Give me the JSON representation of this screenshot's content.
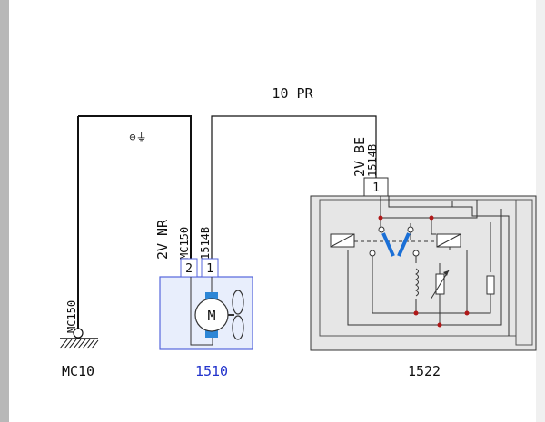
{
  "wire_top": {
    "label": "10 PR"
  },
  "wire_right": {
    "voltage": "2V",
    "color": "BE",
    "code": "1514B"
  },
  "wire_left": {
    "voltage": "2V",
    "color": "NR",
    "code1": "MC150",
    "code2": "1514B"
  },
  "ground_wire": {
    "code": "MC150"
  },
  "symbols": {
    "ground_symbol": "⊖⏚"
  },
  "components": {
    "ground": {
      "id": "MC10"
    },
    "motor": {
      "id": "1510",
      "label": "M",
      "pins": [
        "2",
        "1"
      ]
    },
    "relay": {
      "id": "1522",
      "pin": "1"
    }
  },
  "colors": {
    "motor_id": "#2233cc",
    "motor_box": "#5566dd",
    "motor_fill": "#e8eefc",
    "motor_brush": "#2d86d6",
    "relay_fill": "#e6e6e6",
    "switch_blade": "#1a6fd6",
    "node": "#b01818",
    "wire": "#111111"
  }
}
